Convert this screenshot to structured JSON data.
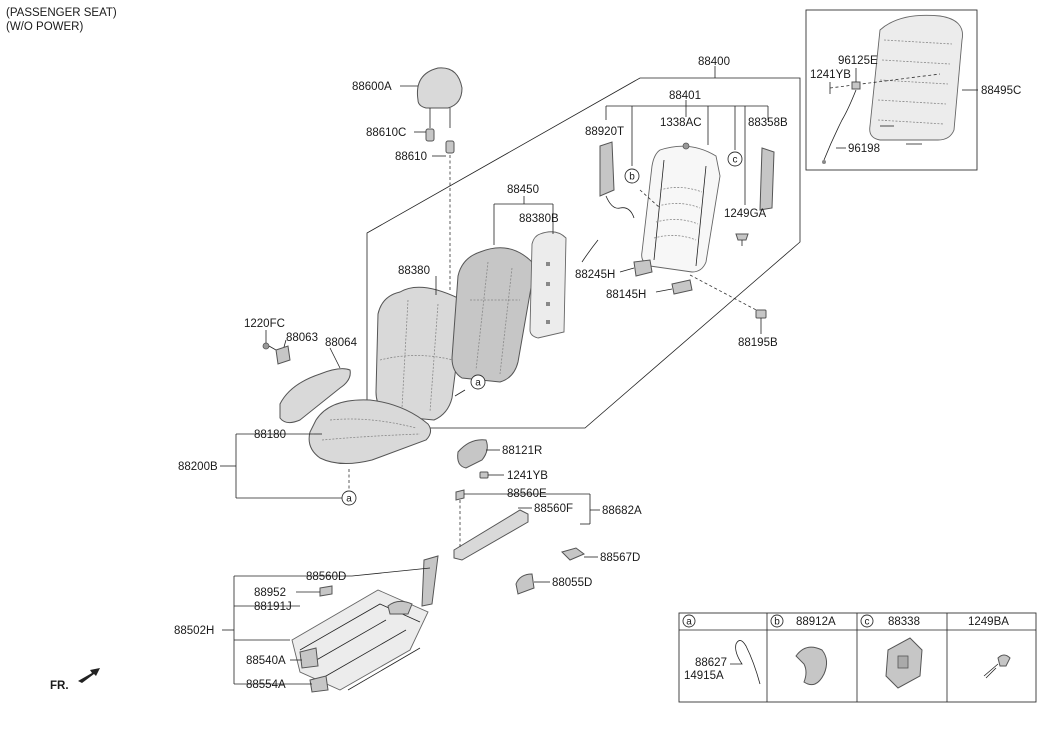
{
  "header": {
    "line1": "(PASSENGER SEAT)",
    "line2": "(W/O POWER)"
  },
  "labels": {
    "p88400": "88400",
    "p88401": "88401",
    "p88600A": "88600A",
    "p88610C": "88610C",
    "p88610": "88610",
    "p88920T": "88920T",
    "p1338AC": "1338AC",
    "p88358B": "88358B",
    "p88450": "88450",
    "p88380B": "88380B",
    "p1249GA": "1249GA",
    "p88380": "88380",
    "p88245H": "88245H",
    "p88145H": "88145H",
    "p88195B": "88195B",
    "p1220FC": "1220FC",
    "p88063": "88063",
    "p88064": "88064",
    "p88180": "88180",
    "p88200B": "88200B",
    "p88121R": "88121R",
    "p1241YB_low": "1241YB",
    "p88560E": "88560E",
    "p88560F": "88560F",
    "p88682A": "88682A",
    "p88567D": "88567D",
    "p88055D": "88055D",
    "p88560D": "88560D",
    "p88952": "88952",
    "p88191J": "88191J",
    "p88502H": "88502H",
    "p88540A": "88540A",
    "p88554A": "88554A",
    "p96125E": "96125E",
    "p1241YB_top": "1241YB",
    "p88495C": "88495C",
    "p96198": "96198"
  },
  "callouts": {
    "a": "a",
    "b": "b",
    "c": "c"
  },
  "legend_table": {
    "col_a_letter": "a",
    "col_b_letter": "b",
    "col_b_part": "88912A",
    "col_c_letter": "c",
    "col_c_part": "88338",
    "col_d_part": "1249BA",
    "cell_a_part1": "88627",
    "cell_a_part2": "14915A"
  },
  "front_marker": {
    "label": "FR."
  }
}
